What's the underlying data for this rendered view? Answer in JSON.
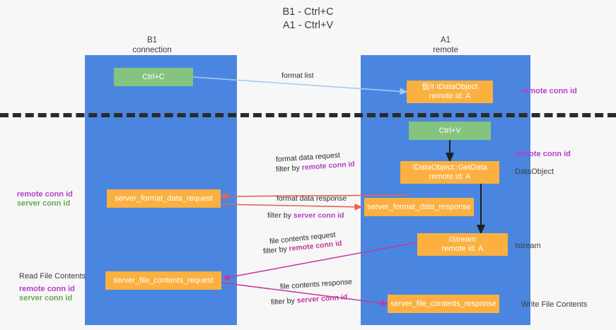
{
  "title": "B1 - Ctrl+C\nA1 - Ctrl+V",
  "colors": {
    "lane": "#4a86e0",
    "green_node": "#85c47f",
    "orange_node": "#fbb040",
    "purple_text": "#b341c4",
    "green_text": "#6aa84f",
    "magenta_arrow": "#c4389f",
    "red_arrow": "#e8634a",
    "blue_arrow": "#a8c9ed",
    "black_arrow": "#1f1f1f",
    "divider": "#2b2b2b",
    "background": "#f7f7f7"
  },
  "lanes": [
    {
      "id": "b1",
      "title": "B1\nconnection"
    },
    {
      "id": "a1",
      "title": "A1\nremote"
    }
  ],
  "nodes": {
    "ctrl_c": {
      "label": "Ctrl+C",
      "kind": "green"
    },
    "idataobject": {
      "line1": "仮/ז IDataObject",
      "line2": "remote id: A",
      "kind": "orange"
    },
    "ctrl_v": {
      "label": "Ctrl+V",
      "kind": "green"
    },
    "getdata": {
      "line1": "IDataObject::GetData",
      "line2": "remote id: A",
      "kind": "orange"
    },
    "server_format_data_request": {
      "label": "server_format_data_request",
      "kind": "orange"
    },
    "server_format_data_response": {
      "label": "server_format_data_response",
      "kind": "orange"
    },
    "istream": {
      "line1": "IStream",
      "line2": "remote id: A",
      "kind": "orange"
    },
    "server_file_contents_request": {
      "label": "server_file_contents_request",
      "kind": "orange"
    },
    "server_file_contents_response": {
      "label": "server_file_contents_response",
      "kind": "orange"
    }
  },
  "edge_labels": {
    "format_list": "format list",
    "format_data_request": "format data request",
    "format_data_request_filter_prefix": "filter by ",
    "format_data_request_filter_value": "remote conn id",
    "format_data_response": "format data response",
    "format_data_response_filter_prefix": "filter by ",
    "format_data_response_filter_value": "server conn id",
    "file_contents_request": "file contents request",
    "file_contents_request_filter_prefix": "filter by ",
    "file_contents_request_filter_value": "remote conn id",
    "file_contents_response": "file contents response",
    "file_contents_response_filter_prefix": "filter by ",
    "file_contents_response_filter_value": "server conn id"
  },
  "right_labels": {
    "remote_conn_id_top": "remote conn id",
    "remote_conn_id_mid": "remote conn id",
    "dataobject": "DataObject",
    "istream": "Istream",
    "write_file_contents": "Write File Contents"
  },
  "left_labels": {
    "remote_conn_id": "remote conn id",
    "server_conn_id": "server conn id",
    "read_file_contents": "Read File Contents",
    "remote_conn_id_2": "remote conn id",
    "server_conn_id_2": "server conn id"
  }
}
